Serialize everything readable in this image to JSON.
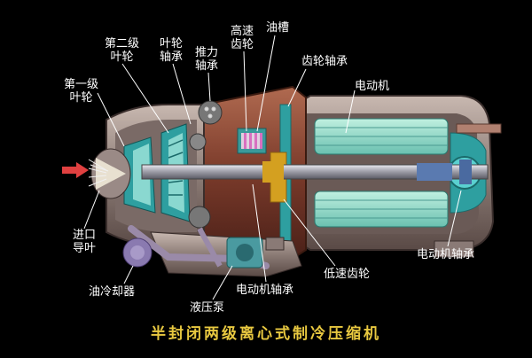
{
  "title": "半封闭两级离心式制冷压缩机",
  "labels": {
    "second_stage_impeller": "第二级\n叶轮",
    "impeller_bearing": "叶轮\n轴承",
    "thrust_bearing": "推力\n轴承",
    "high_speed_gear": "高速\n齿轮",
    "oil_tank": "油槽",
    "gear_bearing": "齿轮轴承",
    "motor": "电动机",
    "first_stage_impeller": "第一级\n叶轮",
    "inlet_guide_vane": "进口\n导叶",
    "motor_bearing_right": "电动机轴承",
    "oil_cooler": "油冷却器",
    "motor_bearing_bottom": "电动机轴承",
    "low_speed_gear": "低速齿轮",
    "hydraulic_pump": "液压泵"
  },
  "colors": {
    "casing": "#a89890",
    "casing_dark": "#6a5a56",
    "gearbox": "#8a4a3a",
    "motor_shell": "#5aa7a8",
    "stator": "#8ad8c8",
    "teal": "#2e9fa0",
    "shaft": "#b0b0b8",
    "gold": "#d4a020",
    "pipe": "#9a8aa8",
    "arrow": "#e04040"
  }
}
